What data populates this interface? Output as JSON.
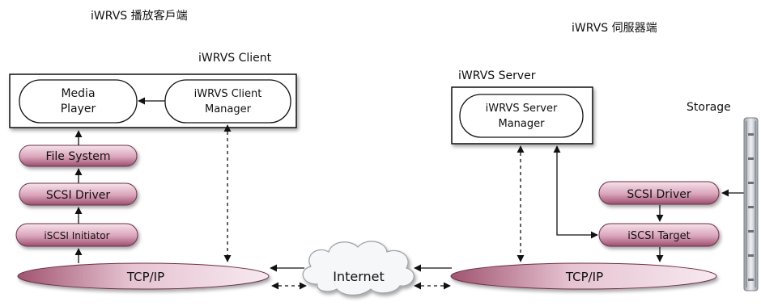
{
  "headings": {
    "client_side": "iWRVS 播放客戶端",
    "server_side": "iWRVS 伺服器端"
  },
  "client": {
    "title": "iWRVS Client",
    "media_player": [
      "Media",
      "Player"
    ],
    "client_manager": [
      "iWRVS Client",
      "Manager"
    ],
    "file_system": "File System",
    "scsi_driver": "SCSI Driver",
    "iscsi_initiator": "iSCSI Initiator",
    "tcpip": "TCP/IP"
  },
  "internet": "Internet",
  "server": {
    "title": "iWRVS Server",
    "server_manager": [
      "iWRVS Server",
      "Manager"
    ],
    "scsi_driver": "SCSI Driver",
    "iscsi_target": "iSCSI Target",
    "tcpip": "TCP/IP"
  },
  "storage": "Storage",
  "colors": {
    "pill_light": "#f4dde6",
    "pill_dark": "#a85a78",
    "pill_stroke": "#6e2f48"
  }
}
